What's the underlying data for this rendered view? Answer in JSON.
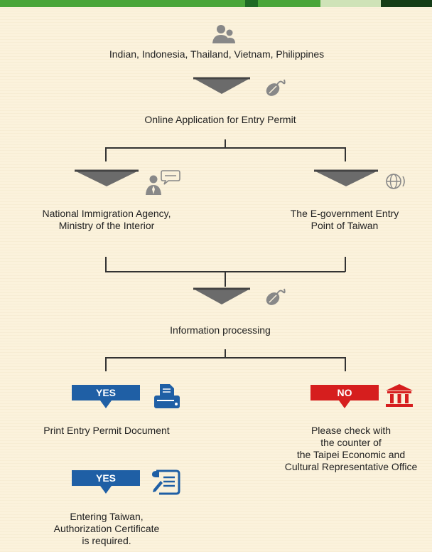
{
  "sources": {
    "title": "Indian, Indonesia, Thailand, Vietnam, Philippines"
  },
  "step1": {
    "label": "Online Application for Entry Permit"
  },
  "channels": {
    "left": {
      "line1": "National Immigration Agency,",
      "line2": "Ministry of the Interior"
    },
    "right": {
      "line1": "The E-government Entry",
      "line2": "Point of Taiwan"
    }
  },
  "step2": {
    "label": "Information processing"
  },
  "outcomes": {
    "yes_label": "YES",
    "no_label": "NO",
    "yes": {
      "label": "Print Entry Permit Document"
    },
    "no": {
      "line1": "Please check with",
      "line2": "the counter of",
      "line3": "the Taipei Economic and",
      "line4": "Cultural Representative Office"
    },
    "final": {
      "line1": "Entering Taiwan,",
      "line2": "Authorization Certificate",
      "line3": "is required."
    }
  },
  "colors": {
    "green_bar": "#4aa63a",
    "dark_green": "#1f5c22",
    "pale_green": "#cfe3b8",
    "arrow_gray": "#6b6b6b",
    "yes_blue": "#1f5fa5",
    "no_red": "#d61e1e",
    "icon_gray": "#888888",
    "background": "#fbf2dc"
  }
}
